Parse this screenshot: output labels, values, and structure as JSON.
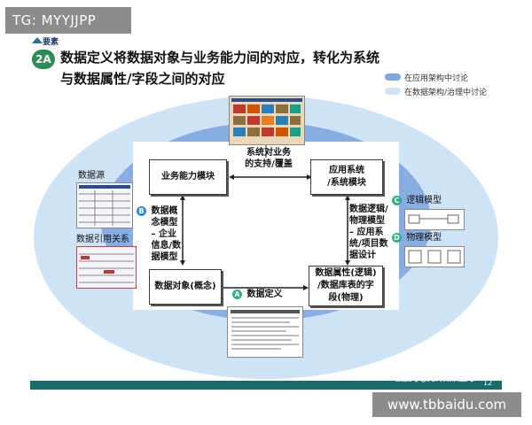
{
  "overlay_tag": "TG: MYYJJPP",
  "overlay_url": "www.tbbaidu.com",
  "header": {
    "ribbon_label": "要素",
    "badge": "2A",
    "title_line1": "数据定义将数据对象与业务能力间的对应，转化为系统",
    "title_line2": "与数据属性/字段之间的对应"
  },
  "legend": [
    {
      "label": "在应用架构中讨论",
      "color": "#7ea6e0"
    },
    {
      "label": "在数据架构/治理中讨论",
      "color": "#cfe3f7"
    }
  ],
  "nodes": {
    "business": "业务能力模块",
    "application": "应用系统\n/系统模块",
    "data_object": "数据对象(概念)",
    "data_attribute": "数据属性(逻辑)\n/数据库表的字\n段(物理)"
  },
  "notes": {
    "support": "系统对业务\n的支持/覆盖",
    "b_label": "数据概\n念模型\n– 企业\n信息/数\n据模型",
    "b_letter": "B",
    "right_note": "数据逻辑/\n物理模型\n– 应用系\n统/项目数\n据设计",
    "a_letter": "A",
    "a_label": "数据定义",
    "c_letter": "C",
    "c_label": "逻辑模型",
    "d_label": "物理模型",
    "data_source": "数据源",
    "data_ref": "数据引用关系"
  },
  "colors": {
    "outer_lobe": "#cfe3f7",
    "inner_lobe": "#7ea6e0",
    "bar": "#1a6b6b",
    "badge": "#2e8b57"
  },
  "footer": {
    "watermark": "搜狐号@先锋知识星球",
    "page": "12"
  }
}
